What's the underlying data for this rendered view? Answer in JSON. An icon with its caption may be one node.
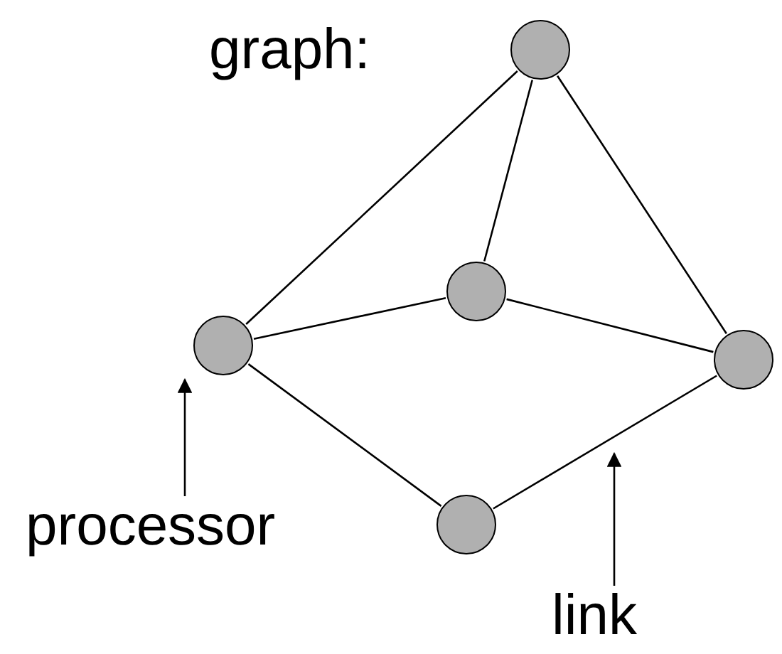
{
  "diagram": {
    "title": "graph:",
    "nodes": [
      {
        "text": [],
        "shape": "circle"
      },
      {
        "text": [],
        "shape": "circle"
      },
      {
        "text": [],
        "shape": "circle"
      },
      {
        "text": [],
        "shape": "circle"
      },
      {
        "text": [],
        "shape": "circle"
      },
      {
        "text": [
          "processor"
        ]
      },
      {
        "text": [
          "link"
        ]
      }
    ],
    "edges": [
      {
        "from": 0,
        "to": 2,
        "arrow": "none"
      },
      {
        "from": 0,
        "to": 1,
        "arrow": "none"
      },
      {
        "from": 0,
        "to": 3,
        "arrow": "none"
      },
      {
        "from": 2,
        "to": 1,
        "arrow": "none"
      },
      {
        "from": 1,
        "to": 3,
        "arrow": "none"
      },
      {
        "from": 2,
        "to": 4,
        "arrow": "none"
      },
      {
        "from": 4,
        "to": 3,
        "arrow": "none"
      },
      {
        "from": 5,
        "to": 2,
        "arrow": "to"
      },
      {
        "from": 6,
        "to": null,
        "arrow": "to"
      }
    ]
  }
}
